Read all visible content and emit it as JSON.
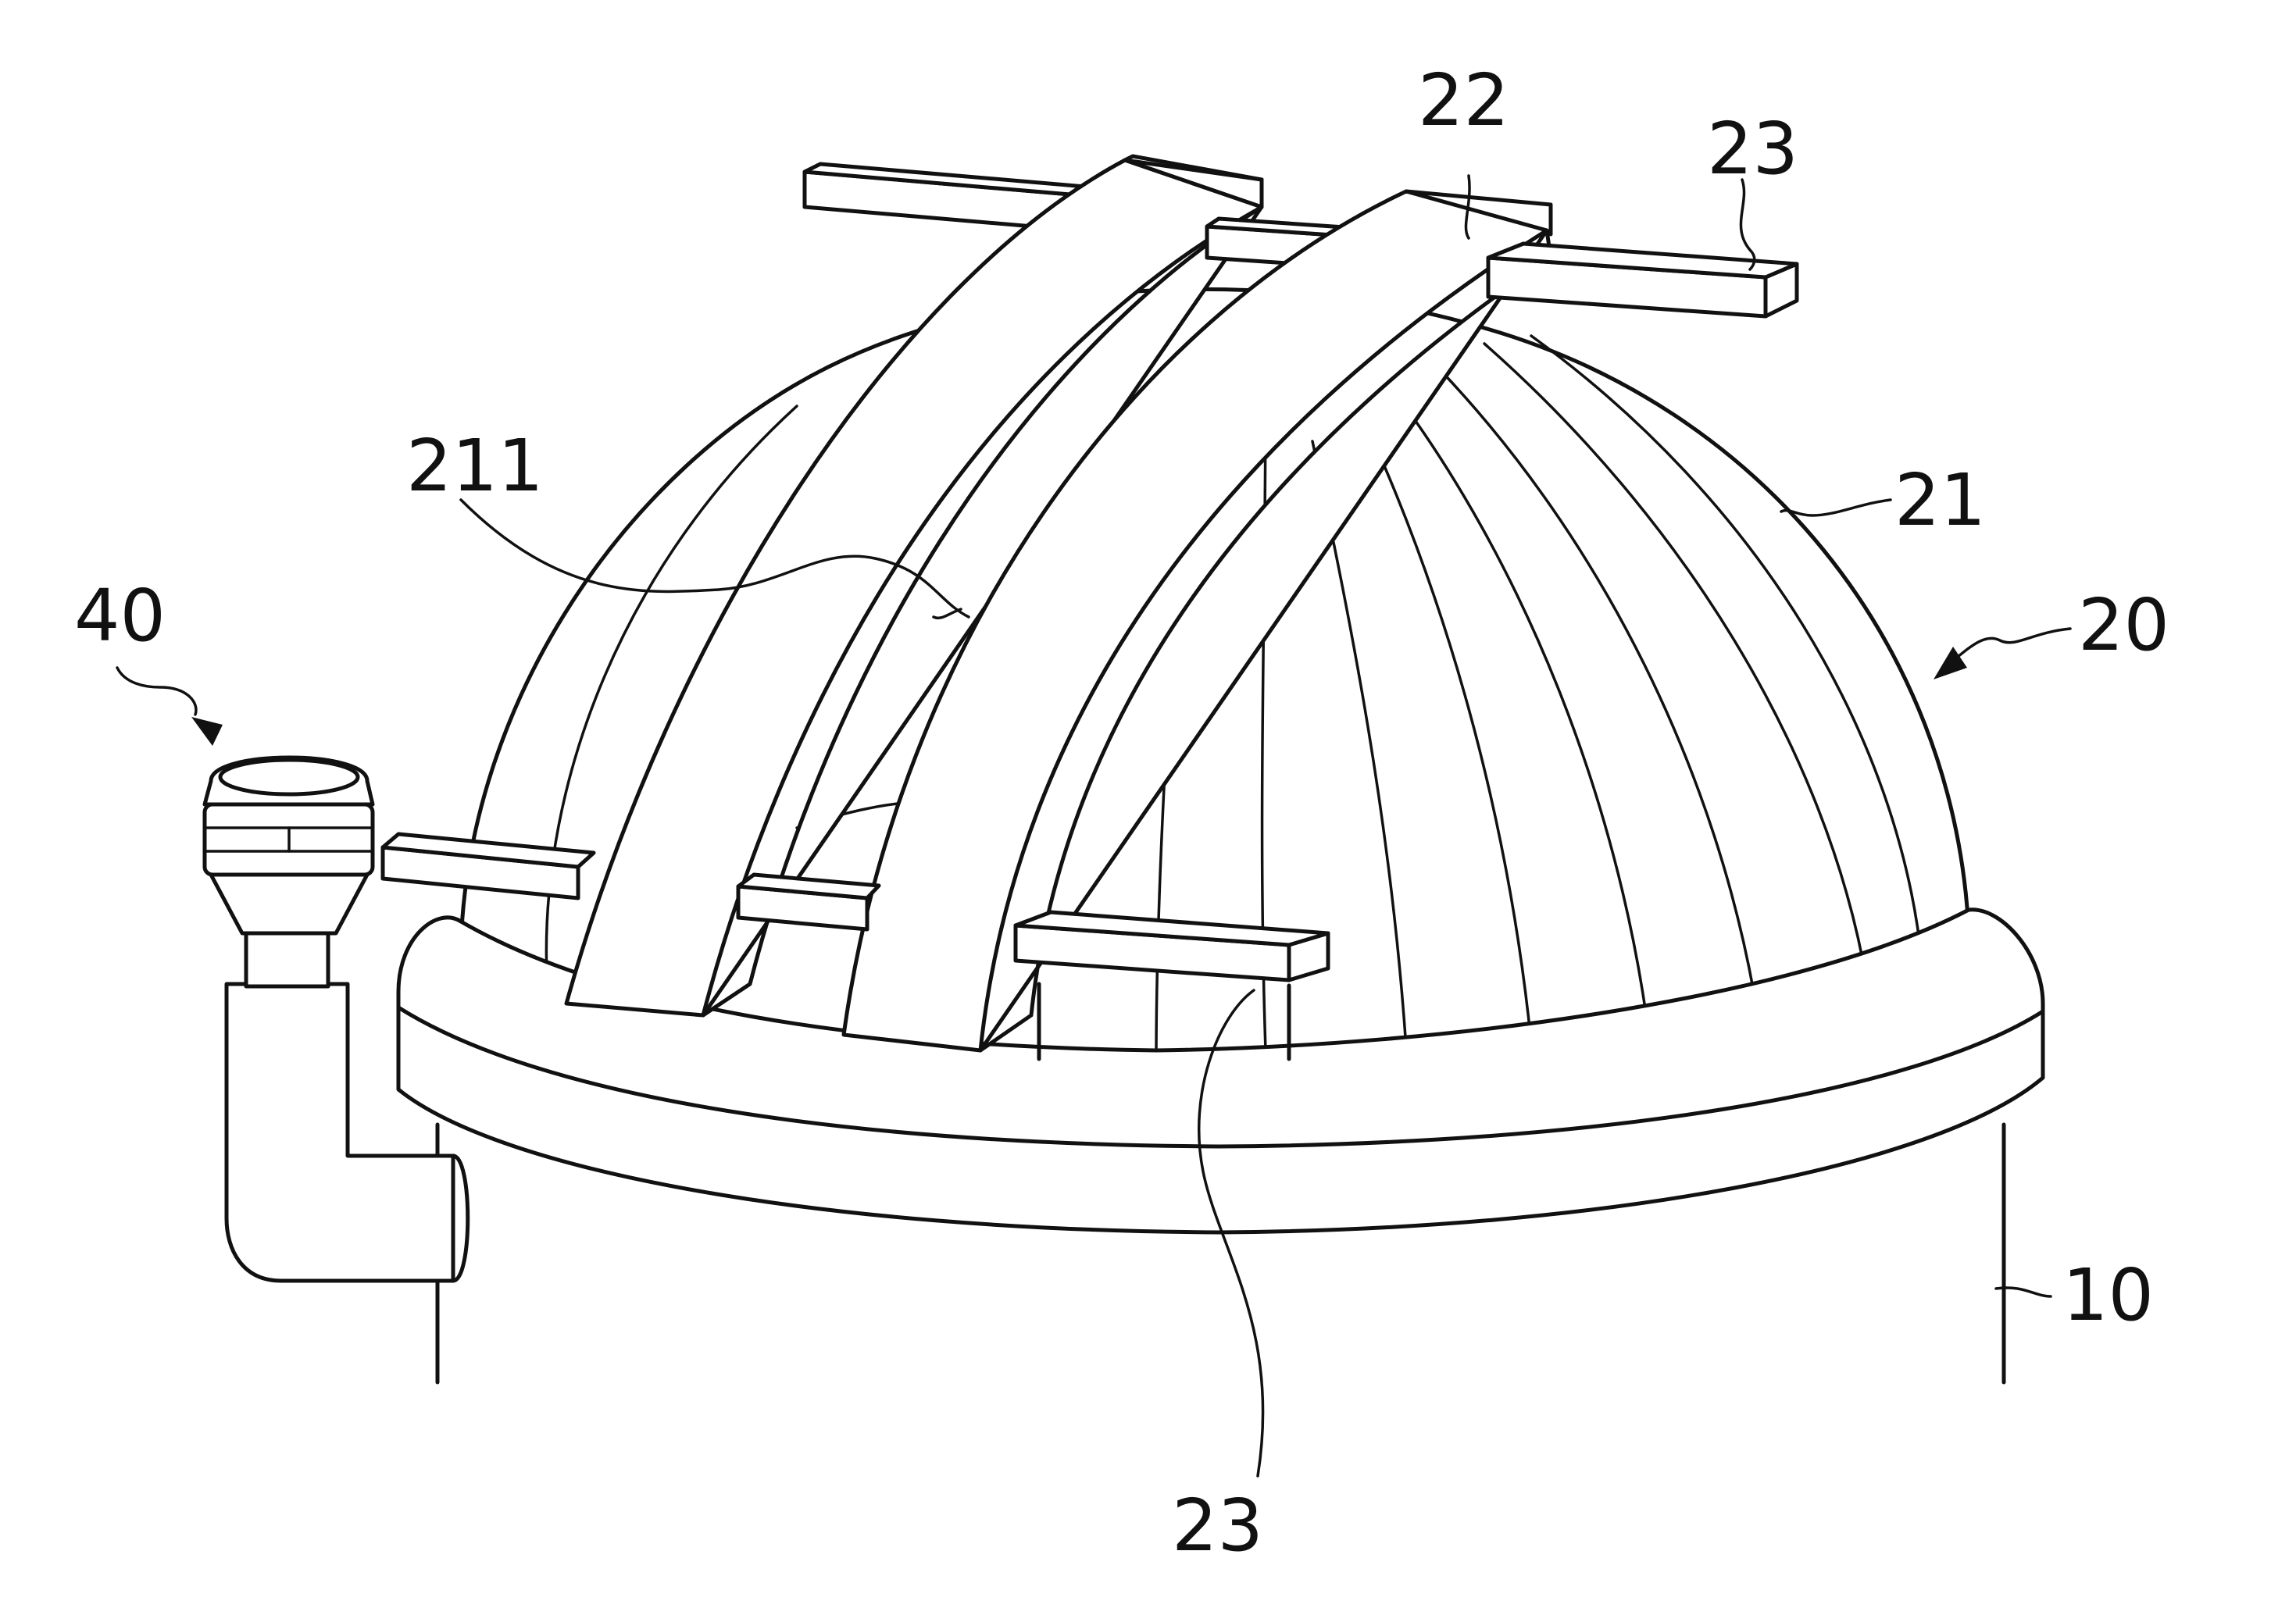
{
  "labels": {
    "dome_strip": "211",
    "dome": "21",
    "frame_arch": "22",
    "cross_bar_top": "23",
    "cross_bar_bottom": "23",
    "cover_assembly": "20",
    "tank": "10",
    "fitting": "40"
  }
}
